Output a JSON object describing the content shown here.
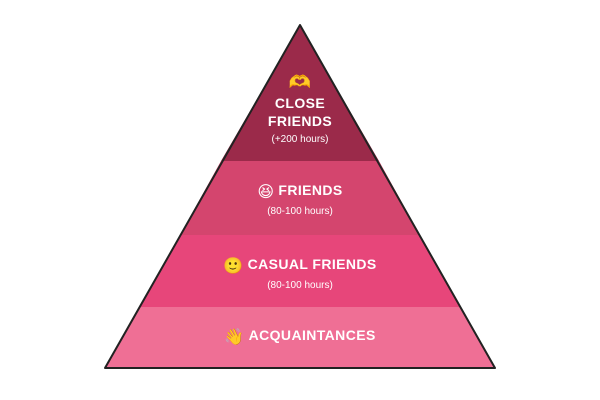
{
  "tiers": [
    {
      "emoji": "🫶",
      "icon": "heart-hands-icon",
      "title_line1": "CLOSE",
      "title_line2": "FRIENDS",
      "subtitle": "(+200 hours)",
      "color": "#9b2a4a"
    },
    {
      "emoji": "😆",
      "icon": "laughing-face-icon",
      "title": "FRIENDS",
      "subtitle": "(80-100 hours)",
      "color": "#d4456e"
    },
    {
      "emoji": "🙂",
      "icon": "smiling-face-icon",
      "title": "CASUAL FRIENDS",
      "subtitle": "(80-100 hours)",
      "color": "#e7467a"
    },
    {
      "emoji": "👋",
      "icon": "waving-hand-icon",
      "title": "ACQUAINTANCES",
      "color": "#ef6f95"
    }
  ],
  "outline_color": "#222222"
}
